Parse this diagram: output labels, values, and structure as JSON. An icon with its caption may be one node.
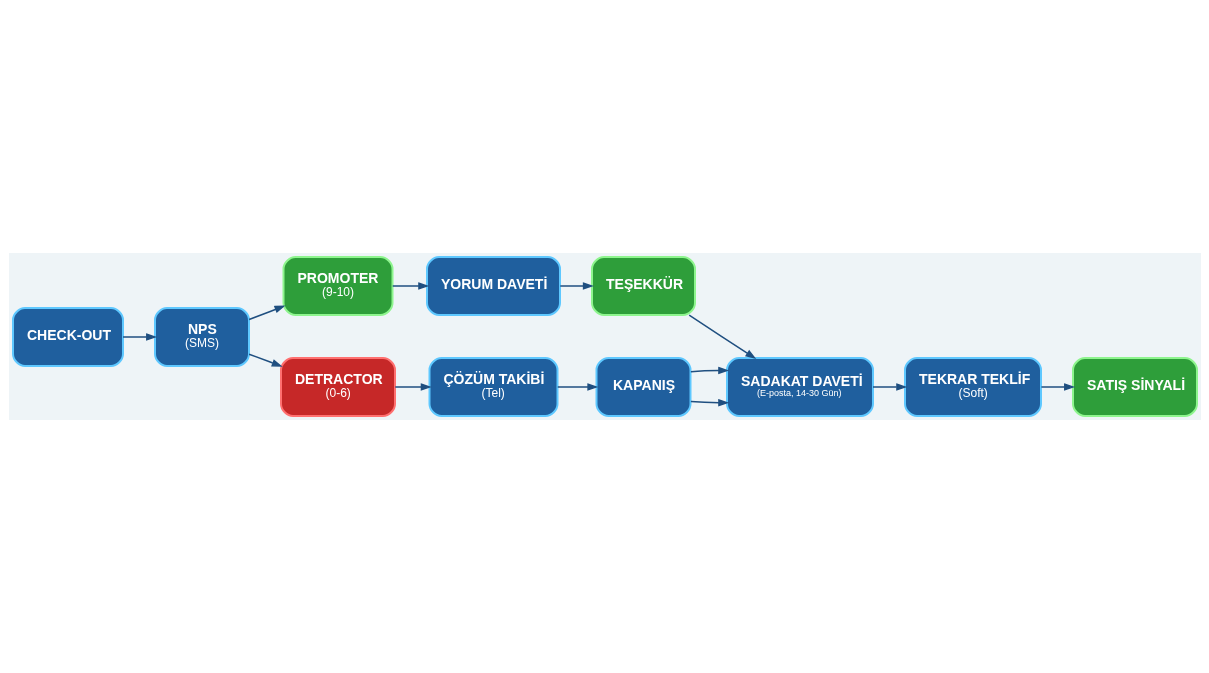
{
  "diagram": {
    "nodes": [
      {
        "text": [
          "CHECK-OUT"
        ]
      },
      {
        "text": [
          "NPS",
          "(SMS)"
        ]
      },
      {
        "text": [
          "PROMOTER",
          "(9-10)"
        ]
      },
      {
        "text": [
          "YORUM DAVETİ"
        ]
      },
      {
        "text": [
          "TEŞEKKÜR"
        ]
      },
      {
        "text": [
          "DETRACTOR",
          "(0-6)"
        ]
      },
      {
        "text": [
          "ÇÖZÜM TAKİBİ",
          "(Tel)"
        ]
      },
      {
        "text": [
          "KAPANIŞ"
        ]
      },
      {
        "text": [
          "SADAKAT DAVETİ",
          "(E-posta, 14-30 Gün)"
        ]
      },
      {
        "text": [
          "TEKRAR TEKLİF",
          "(Soft)"
        ]
      },
      {
        "text": [
          "SATIŞ SİNYALİ"
        ]
      }
    ],
    "edges": [
      {
        "from": 0,
        "to": 1,
        "arrow": "to"
      },
      {
        "from": 1,
        "to": 2,
        "arrow": "to"
      },
      {
        "from": 1,
        "to": 5,
        "arrow": "to"
      },
      {
        "from": 2,
        "to": 3,
        "arrow": "to"
      },
      {
        "from": 3,
        "to": 4,
        "arrow": "to"
      },
      {
        "from": 4,
        "to": 8,
        "arrow": "to"
      },
      {
        "from": 5,
        "to": 6,
        "arrow": "to"
      },
      {
        "from": 6,
        "to": 7,
        "arrow": "to"
      },
      {
        "from": 7,
        "to": 8,
        "arrow": "to"
      },
      {
        "from": 7,
        "to": 8,
        "arrow": "to"
      },
      {
        "from": 8,
        "to": 9,
        "arrow": "to"
      },
      {
        "from": 9,
        "to": 10,
        "arrow": "to"
      }
    ]
  }
}
